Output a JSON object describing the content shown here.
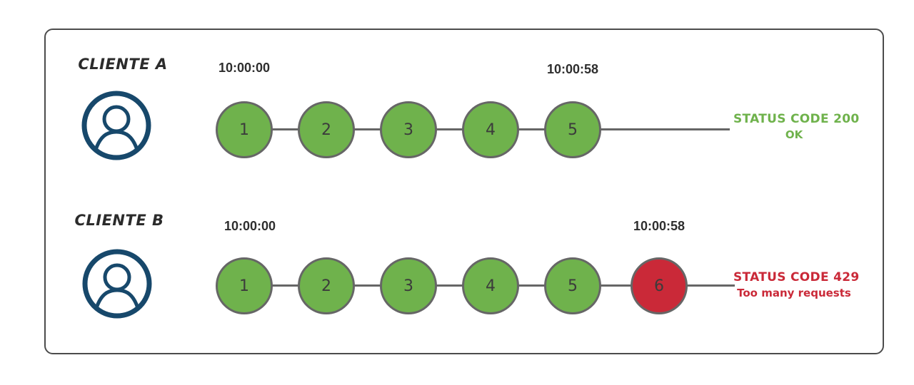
{
  "colors": {
    "green": "#6fb24c",
    "red": "#ca2938",
    "stroke": "#666666",
    "navy": "#17486b",
    "frame_border": "#4c4c4c",
    "text_dark": "#2e2e2e"
  },
  "rows": [
    {
      "client_label": "CLIENTE A",
      "avatar_icon": "user-avatar-icon",
      "start_time": "10:00:00",
      "end_time": "10:00:58",
      "requests": [
        "1",
        "2",
        "3",
        "4",
        "5"
      ],
      "status_line1": "STATUS CODE 200",
      "status_line2": "OK",
      "status_color": "#6fb24c"
    },
    {
      "client_label": "CLIENTE B",
      "avatar_icon": "user-avatar-icon",
      "start_time": "10:00:00",
      "end_time": "10:00:58",
      "requests": [
        "1",
        "2",
        "3",
        "4",
        "5",
        "6"
      ],
      "error_request": "6",
      "status_line1": "STATUS CODE 429",
      "status_line2": "Too many requests",
      "status_color": "#ca2938"
    }
  ]
}
